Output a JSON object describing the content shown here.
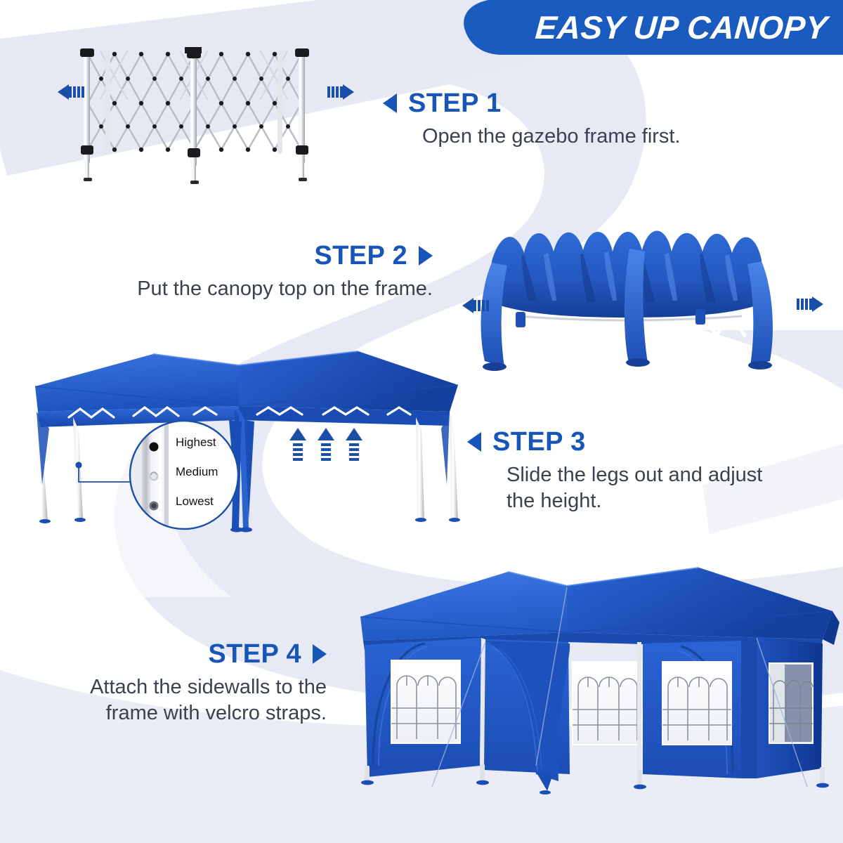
{
  "banner": {
    "title": "EASY UP CANOPY",
    "bg_color": "#1a5bbf",
    "text_color": "#ffffff"
  },
  "theme": {
    "accent_blue": "#1756b8",
    "deep_blue": "#1a4fa8",
    "canopy_blue": "#1f5fd0",
    "ribbon_gray": "#e2e6f2",
    "body_text": "#39424d",
    "page_bg": "#ffffff"
  },
  "steps": [
    {
      "id": "step1",
      "title": "STEP 1",
      "description": "Open the gazebo frame first.",
      "marker": "triangle-left",
      "align": "left"
    },
    {
      "id": "step2",
      "title": "STEP 2",
      "description": "Put the canopy top on the frame.",
      "marker": "triangle-right",
      "align": "right"
    },
    {
      "id": "step3",
      "title": "STEP 3",
      "description": "Slide the legs out and adjust\nthe height.",
      "marker": "triangle-left",
      "align": "left"
    },
    {
      "id": "step4",
      "title": "STEP 4",
      "description": "Attach the sidewalls to the\nframe with velcro straps.",
      "marker": "triangle-right",
      "align": "right"
    }
  ],
  "callout": {
    "icon": "magnifier-circle",
    "labels": [
      "Highest",
      "Medium",
      "Lowest"
    ],
    "selected": "Highest",
    "label_color": "#111111",
    "ring_color": "#1a4fa8"
  },
  "illustrations": [
    {
      "id": "illus1",
      "name": "folded-gazebo-frame",
      "caption_step": "STEP 1",
      "direction_arrows": [
        "left",
        "right"
      ]
    },
    {
      "id": "illus2",
      "name": "canopy-top-on-frame",
      "caption_step": "STEP 2",
      "direction_arrows": [
        "left",
        "right"
      ]
    },
    {
      "id": "illus3",
      "name": "open-canopy-legs-extended",
      "caption_step": "STEP 3",
      "direction_arrows": [
        "up",
        "up",
        "up"
      ]
    },
    {
      "id": "illus4",
      "name": "canopy-with-sidewalls",
      "caption_step": "STEP 4",
      "direction_arrows": []
    }
  ],
  "arrows": {
    "up_count": 3,
    "color": "#1a4fa8"
  }
}
